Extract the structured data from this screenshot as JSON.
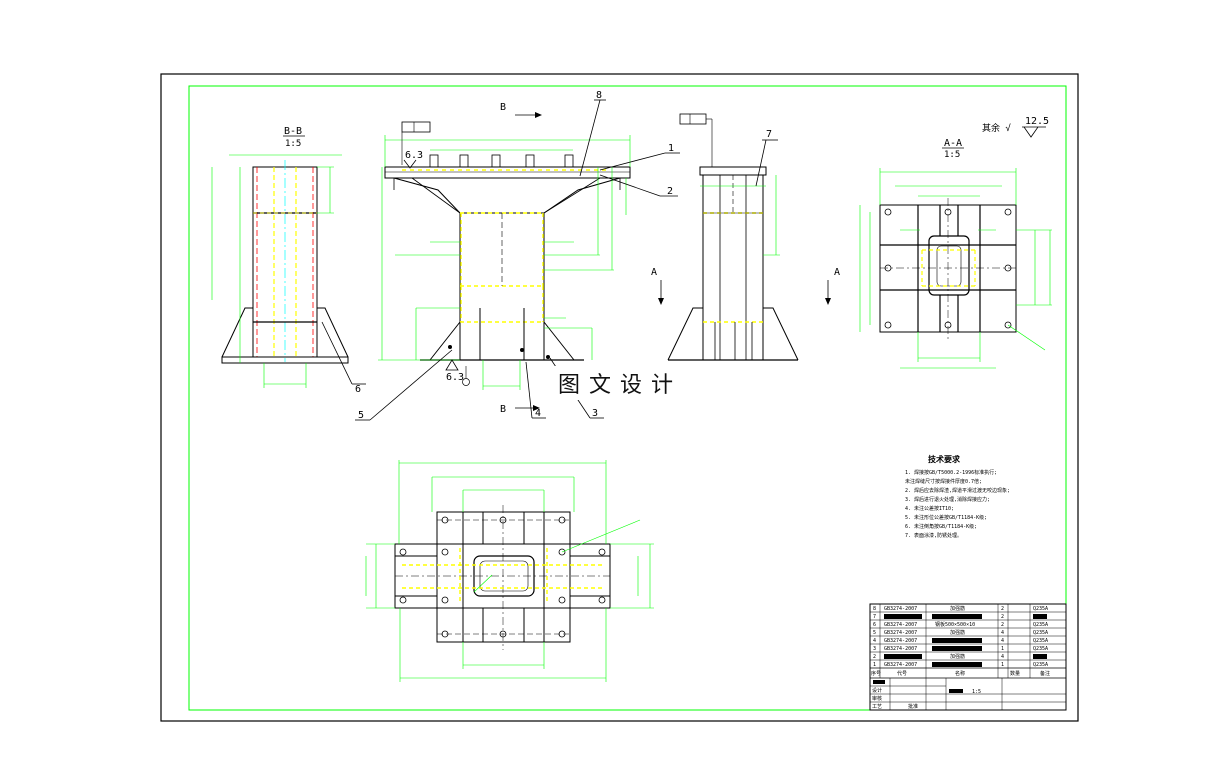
{
  "colors": {
    "frame": "#000000",
    "border": "#00ff00",
    "dimension": "#00ff00",
    "weld": "#ffff00",
    "part": "#000000",
    "hidden": "#ff0000",
    "centerline": "#00ffff",
    "text": "#000000"
  },
  "views": {
    "section_b": {
      "label": "B-B",
      "scale": "1:5"
    },
    "section_a": {
      "label": "A-A",
      "scale": "1:5"
    },
    "view_arrow_b": "B",
    "view_arrow_a": "A",
    "roughness_top": "12.5",
    "roughness_note": "其余 √",
    "weld_roughness": "6.3",
    "weld_roughness_2": "6.3"
  },
  "callouts": [
    "1",
    "2",
    "3",
    "4",
    "5",
    "6",
    "7",
    "8"
  ],
  "watermark": "图文设计",
  "tech_requirements": {
    "title": "技术要求",
    "items": [
      "1. 焊接按GB/T5000.2-1996标准执行;",
      "   未注焊缝尺寸按焊接件厚度0.7倍;",
      "2. 焊后应去除焊渣,焊道平滑过渡无咬边现象;",
      "3. 焊后进行退火处理,消除焊接应力;",
      "4. 未注公差按IT10;",
      "5. 未注形位公差按GB/T1184-K级;",
      "6. 未注倒角按GB/T1184-K级;",
      "7. 表面涂漆,防锈处理。"
    ]
  },
  "bom": {
    "rows": [
      {
        "no": "8",
        "code": "GB3274-2007",
        "name": "加强筋",
        "qty": "2",
        "material": "Q235A"
      },
      {
        "no": "7",
        "code": "",
        "name": "",
        "qty": "2",
        "material": ""
      },
      {
        "no": "6",
        "code": "GB3274-2007",
        "name": "钢板500×500×10",
        "qty": "2",
        "material": "Q235A"
      },
      {
        "no": "5",
        "code": "GB3274-2007",
        "name": "加强筋",
        "qty": "4",
        "material": "Q235A"
      },
      {
        "no": "4",
        "code": "GB3274-2007",
        "name": "",
        "qty": "4",
        "material": "Q235A"
      },
      {
        "no": "3",
        "code": "GB3274-2007",
        "name": "",
        "qty": "1",
        "material": "Q235A"
      },
      {
        "no": "2",
        "code": "",
        "name": "加强筋",
        "qty": "4",
        "material": ""
      },
      {
        "no": "1",
        "code": "GB3274-2007",
        "name": "",
        "qty": "1",
        "material": "Q235A"
      }
    ],
    "header": {
      "no": "序号",
      "code": "代号",
      "name": "名称",
      "qty": "数量",
      "remark": "备注"
    }
  },
  "title_block": {
    "labels": [
      "设计",
      "审核",
      "工艺",
      "批准"
    ],
    "scale": "1:5"
  }
}
